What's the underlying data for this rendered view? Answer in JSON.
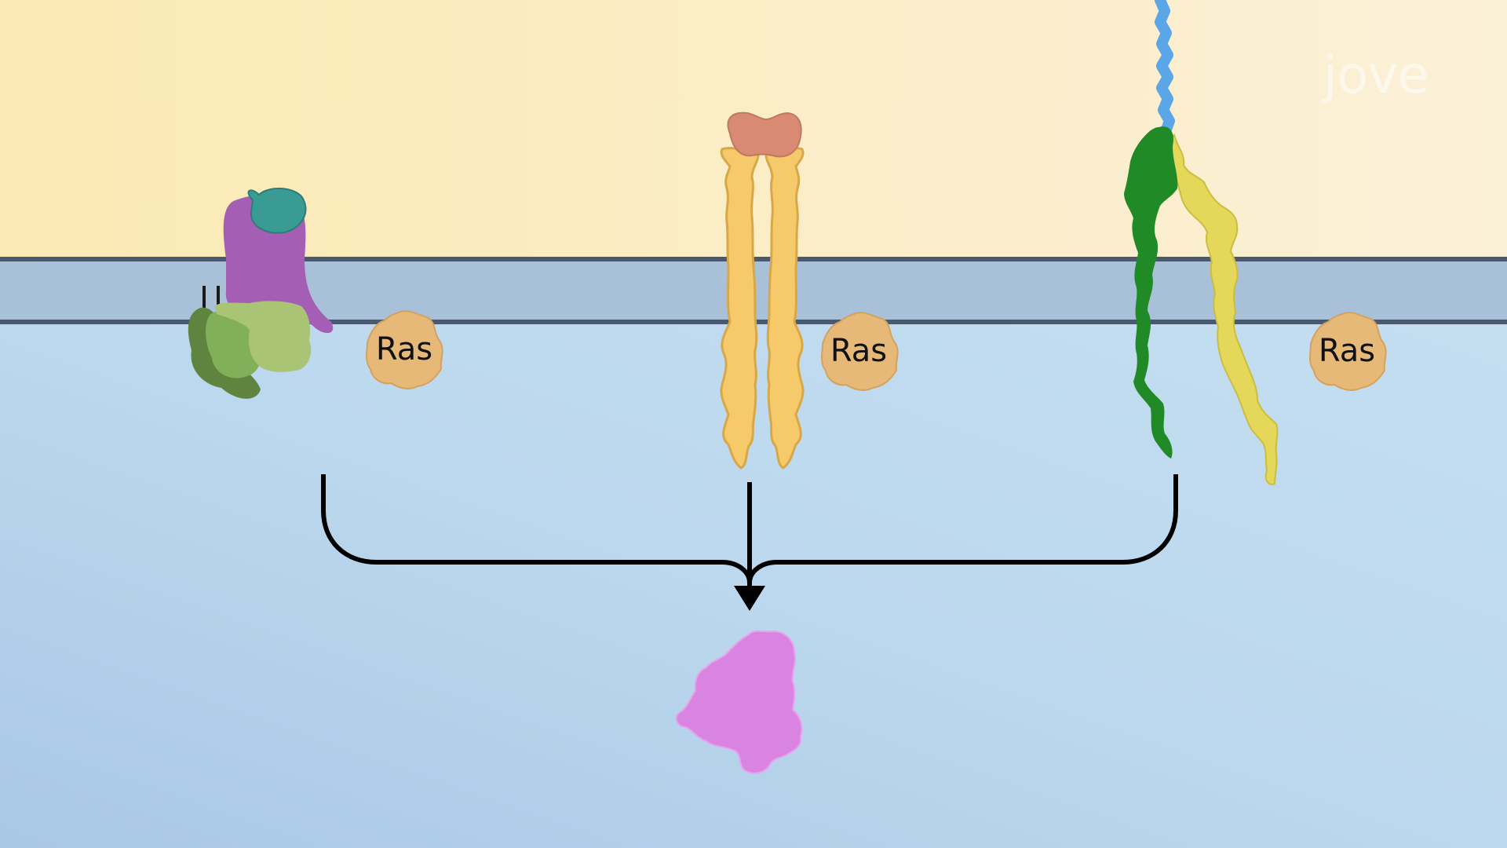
{
  "colors": {
    "extracellular": "#fbf0d0",
    "membrane": "#a8c0d8",
    "membrane_line": "#4a5870",
    "cytoplasm": "#bcd8ee",
    "ras": "#e6b978",
    "ras_edge": "#d4a25f",
    "arrow": "#000000",
    "receptor_left_body": "#a45fb5",
    "receptor_left_ligand": "#3a9a94",
    "gprotein_light": "#a8c474",
    "gprotein_mid": "#82b05a",
    "gprotein_dark": "#5e8440",
    "rtk_ligand": "#d98a72",
    "rtk_body": "#f6c96a",
    "rtk_edge": "#d8a848",
    "integrin_green": "#1f8a26",
    "integrin_yellow": "#e4d75a",
    "matrix_fiber": "#5aa6e6",
    "effector_pink": "#d884e0"
  },
  "ras_proteins": [
    {
      "label": "Ras"
    },
    {
      "label": "Ras"
    },
    {
      "label": "Ras"
    }
  ],
  "logo": {
    "text": "jove"
  }
}
